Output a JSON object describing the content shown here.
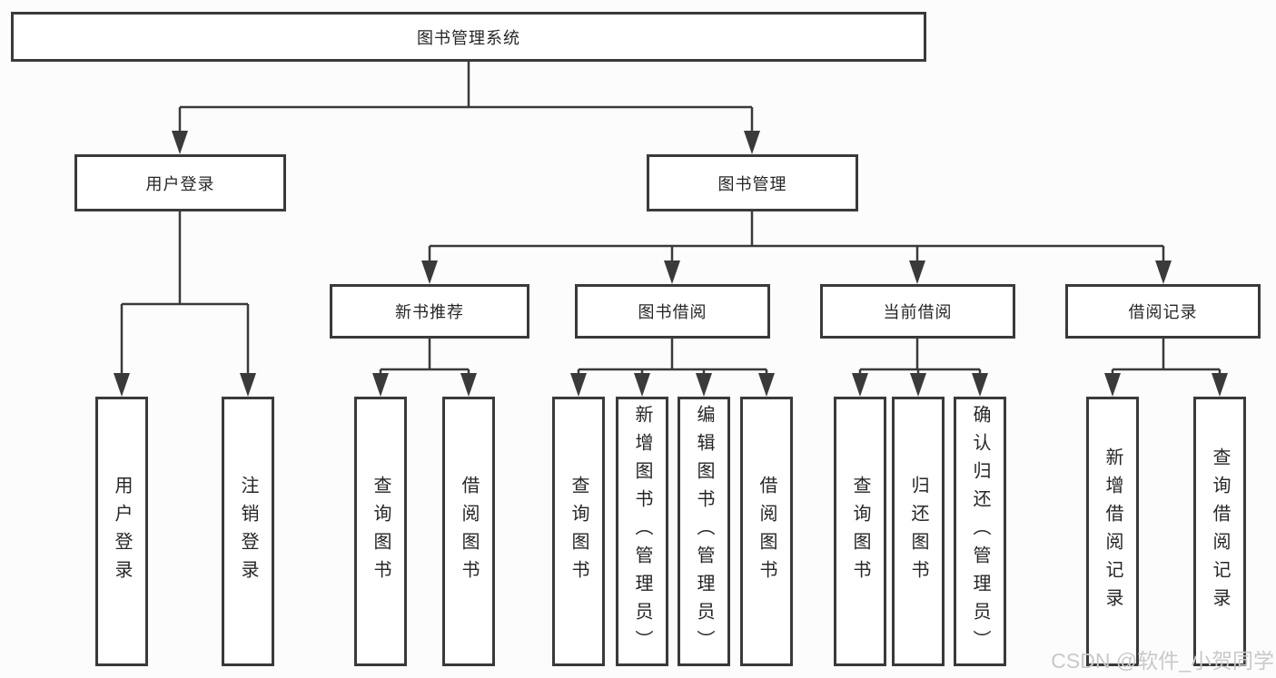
{
  "page": {
    "background_color": "#fcfcfc",
    "line_color": "#3a3a3a",
    "box_border_color": "#3a3a3a",
    "text_color": "#262626"
  },
  "watermark": {
    "text": "CSDN @软件_小贺同学",
    "color": "#c9c9c9"
  },
  "tree": {
    "root": {
      "label": "图书管理系统"
    },
    "branches": [
      {
        "label": "用户登录",
        "children": [
          {
            "label": "用户登录"
          },
          {
            "label": "注销登录"
          }
        ]
      },
      {
        "label": "图书管理",
        "children": [
          {
            "label": "新书推荐",
            "children": [
              {
                "label": "查询图书"
              },
              {
                "label": "借阅图书"
              }
            ]
          },
          {
            "label": "图书借阅",
            "children": [
              {
                "label": "查询图书"
              },
              {
                "label": "新增图书（管理员）"
              },
              {
                "label": "编辑图书（管理员）"
              },
              {
                "label": "借阅图书"
              }
            ]
          },
          {
            "label": "当前借阅",
            "children": [
              {
                "label": "查询图书"
              },
              {
                "label": "归还图书"
              },
              {
                "label": "确认归还（管理员）"
              }
            ]
          },
          {
            "label": "借阅记录",
            "children": [
              {
                "label": "新增借阅记录"
              },
              {
                "label": "查询借阅记录"
              }
            ]
          }
        ]
      }
    ]
  }
}
